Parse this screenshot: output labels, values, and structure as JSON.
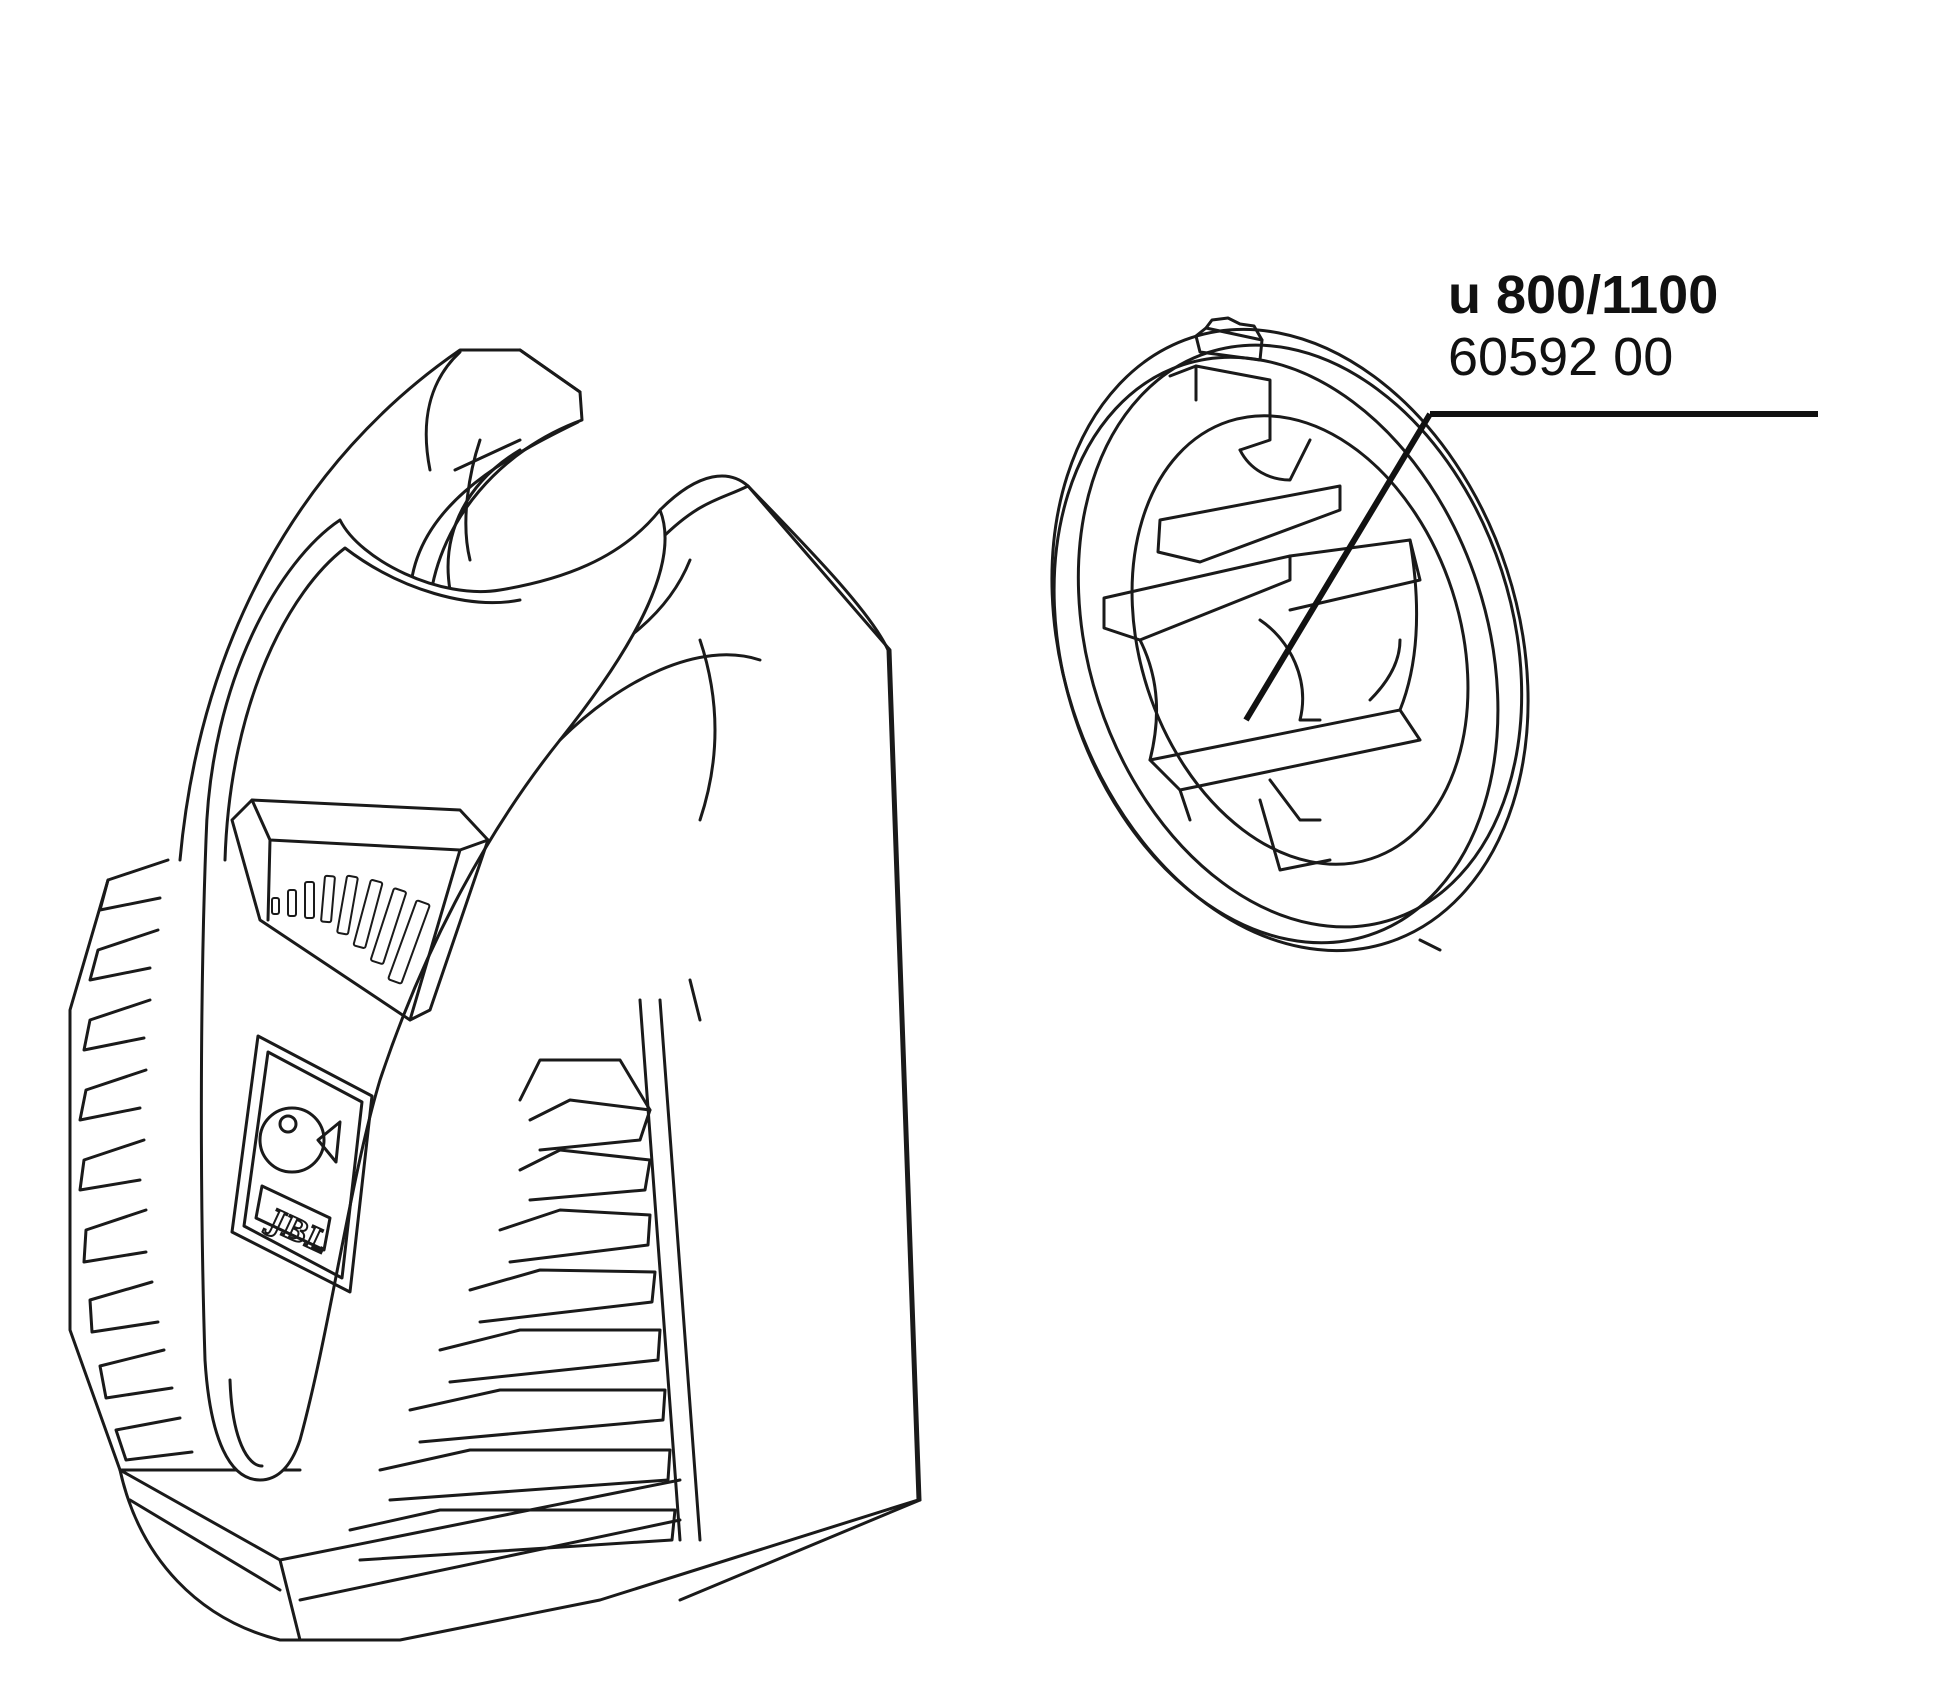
{
  "callout": {
    "model_label": "u 800/1100",
    "part_number": "60592 00"
  },
  "logo": {
    "brand_text": "JBL"
  },
  "colors": {
    "line": "#1a1a1a",
    "background": "#ffffff"
  }
}
